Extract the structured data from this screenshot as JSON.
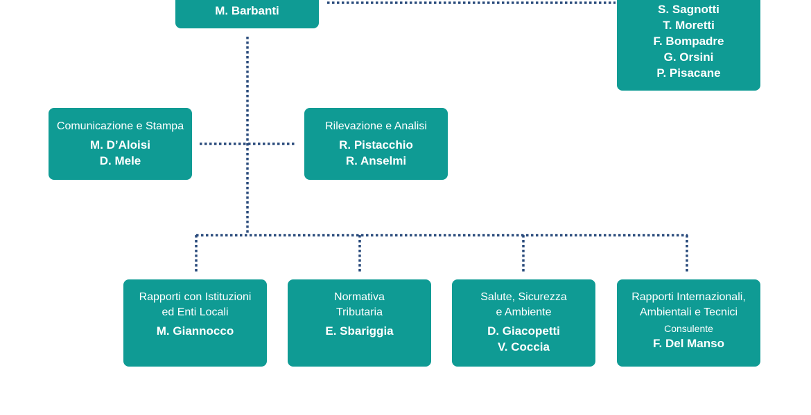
{
  "colors": {
    "box": "#0f9b94",
    "connector": "#2a4b7c",
    "text": "#ffffff"
  },
  "top_left": {
    "name": "M. Barbanti"
  },
  "top_right": {
    "members": [
      "S. Sagnotti",
      "T. Moretti",
      "F. Bompadre",
      "G. Orsini",
      "P. Pisacane"
    ]
  },
  "comunicazione": {
    "title": "Comunicazione e Stampa",
    "members": [
      "M. D’Aloisi",
      "D. Mele"
    ]
  },
  "rilevazione": {
    "title": "Rilevazione e Analisi",
    "members": [
      "R. Pistacchio",
      "R. Anselmi"
    ]
  },
  "rapporti_istituzioni": {
    "title_lines": [
      "Rapporti con Istituzioni",
      "ed Enti Locali"
    ],
    "members": [
      "M. Giannocco"
    ]
  },
  "normativa": {
    "title_lines": [
      "Normativa",
      "Tributaria"
    ],
    "members": [
      "E. Sbariggia"
    ]
  },
  "salute": {
    "title_lines": [
      "Salute, Sicurezza",
      "e Ambiente"
    ],
    "members": [
      "D. Giacopetti",
      "V. Coccia"
    ]
  },
  "rapporti_internazionali": {
    "title_lines": [
      "Rapporti Internazionali,",
      "Ambientali e Tecnici"
    ],
    "role": "Consulente",
    "members": [
      "F. Del Manso"
    ]
  }
}
